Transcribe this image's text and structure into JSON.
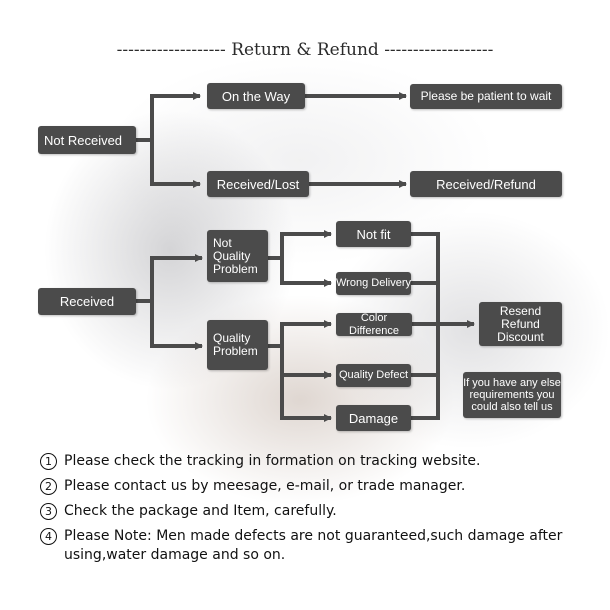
{
  "title": "------------------- Return & Refund -------------------",
  "nodes": {
    "not_received": "Not Received",
    "on_the_way": "On the Way",
    "be_patient": "Please be patient to wait",
    "received_lost": "Received/Lost",
    "received_refund": "Received/Refund",
    "received": "Received",
    "not_quality_problem": "Not\nQuality\nProblem",
    "quality_problem": "Quality\nProblem",
    "not_fit": "Not fit",
    "wrong_delivery": "Wrong Delivery",
    "color_difference": "Color Difference",
    "quality_defect": "Quality Defect",
    "damage": "Damage",
    "resolution": "Resend\nRefund\nDiscount",
    "contact_note": "If you have any else\nrequirements you\ncould also tell us"
  },
  "steps": [
    {
      "num": "1",
      "text": "Please check the tracking in formation on tracking website."
    },
    {
      "num": "2",
      "text": "Please contact us by meesage, e-mail, or trade manager."
    },
    {
      "num": "3",
      "text": "Check the package and Item, carefully."
    },
    {
      "num": "4",
      "text": "Please Note: Men made defects  are not guaranteed,such damage after using,water damage and so on."
    }
  ],
  "colors": {
    "box": "#4b4b4b",
    "line": "#4b4b4b",
    "text_on_box": "#ffffff"
  }
}
